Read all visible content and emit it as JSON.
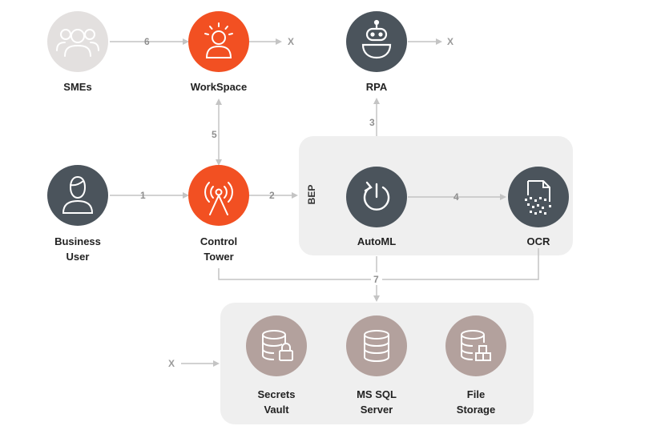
{
  "colors": {
    "orange": "#f25022",
    "dark": "#4b545c",
    "mauve": "#b3a19d",
    "light": "#e3e0df",
    "panel": "#efefef",
    "edge": "#c4c4c4"
  },
  "bep_label": "BEP",
  "nodes": {
    "smes": {
      "lines": [
        "SMEs"
      ],
      "icon": "users-group-icon"
    },
    "workspace": {
      "lines": [
        "WorkSpace"
      ],
      "icon": "person-sun-icon"
    },
    "rpa": {
      "lines": [
        "RPA"
      ],
      "icon": "robot-icon"
    },
    "business_user": {
      "lines": [
        "Business",
        "User"
      ],
      "icon": "user-icon"
    },
    "control_tower": {
      "lines": [
        "Control",
        "Tower"
      ],
      "icon": "radio-tower-icon"
    },
    "automl": {
      "lines": [
        "AutoML"
      ],
      "icon": "refresh-cycle-icon"
    },
    "ocr": {
      "lines": [
        "OCR"
      ],
      "icon": "scan-document-icon"
    },
    "secrets_vault": {
      "lines": [
        "Secrets",
        "Vault"
      ],
      "icon": "database-lock-icon"
    },
    "ms_sql": {
      "lines": [
        "MS SQL",
        "Server"
      ],
      "icon": "database-icon"
    },
    "file_storage": {
      "lines": [
        "File",
        "Storage"
      ],
      "icon": "database-boxes-icon"
    }
  },
  "edges": {
    "e1": "1",
    "e2": "2",
    "e3": "3",
    "e4": "4",
    "e5": "5",
    "e6": "6",
    "e7": "7",
    "x_workspace": "X",
    "x_rpa": "X",
    "x_storage": "X"
  }
}
